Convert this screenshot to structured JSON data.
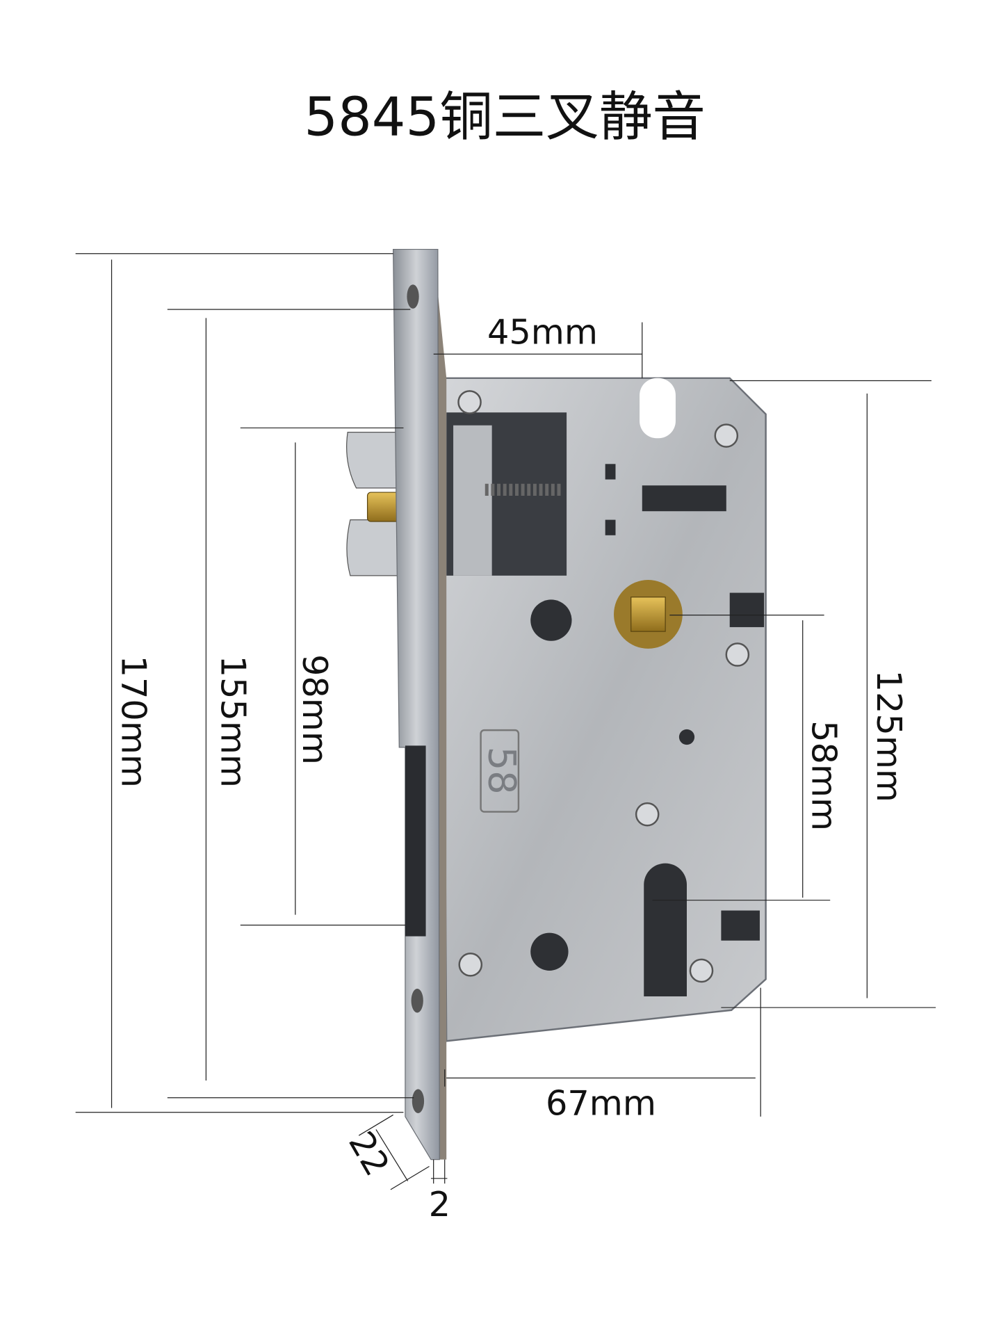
{
  "title": "5845铜三叉静音",
  "dimensions": {
    "total_height": "170mm",
    "screw_spacing": "155mm",
    "latch_to_bolt": "98mm",
    "backset": "45mm",
    "case_height": "125mm",
    "handle_to_cylinder": "58mm",
    "case_depth": "67mm",
    "faceplate_width": "22",
    "faceplate_thickness": "2"
  },
  "case_marking": "58",
  "colors": {
    "steel": "#b9bcc0",
    "brass": "#c9a23a",
    "line": "#222222"
  }
}
